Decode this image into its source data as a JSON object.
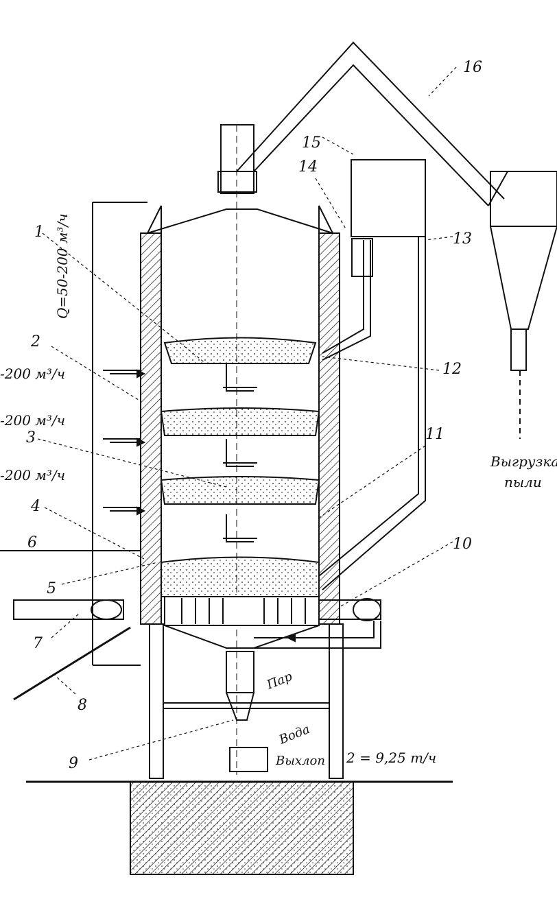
{
  "diagram": {
    "callouts": [
      "1",
      "2",
      "3",
      "4",
      "5",
      "6",
      "7",
      "8",
      "9",
      "10",
      "11",
      "12",
      "13",
      "14",
      "15",
      "16"
    ],
    "flow_rates": {
      "vertical": "Q=50-200 м³/ч",
      "tier1": "-200 м³/ч",
      "tier2": "-200 м³/ч",
      "tier3": "-200 м³/ч",
      "bottom": "2 = 9,25 т/ч"
    },
    "texts": {
      "steam": "Пар",
      "water": "Вода",
      "exhaust": "Выхлоп",
      "discharge": "Выгрузка",
      "discharge2": "пыли"
    },
    "colors": {
      "ink": "#111111",
      "paper": "#ffffff"
    }
  }
}
